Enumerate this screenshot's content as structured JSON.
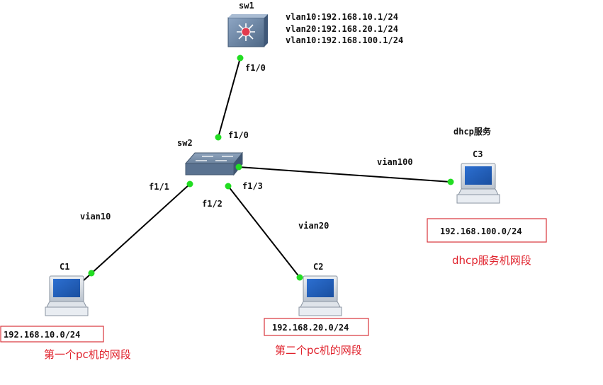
{
  "devices": {
    "sw1": {
      "label": "sw1"
    },
    "sw2": {
      "label": "sw2"
    },
    "c1": {
      "label": "C1"
    },
    "c2": {
      "label": "C2"
    },
    "c3": {
      "label": "C3",
      "note": "dhcp服务"
    }
  },
  "sw1_config": [
    "vlan10:192.168.10.1/24",
    "vlan20:192.168.20.1/24",
    "vlan10:192.168.100.1/24"
  ],
  "ports": {
    "sw1_f10": "f1/0",
    "sw2_f10": "f1/0",
    "sw2_f11": "f1/1",
    "sw2_f12": "f1/2",
    "sw2_f13": "f1/3"
  },
  "links": {
    "c1_vlan": "vian10",
    "c2_vlan": "vian20",
    "c3_vlan": "vian100"
  },
  "subnets": {
    "c1": {
      "network": "192.168.10.0/24",
      "caption": "第一个pc机的网段"
    },
    "c2": {
      "network": "192.168.20.0/24",
      "caption": "第二个pc机的网段"
    },
    "c3": {
      "network": "192.168.100.0/24",
      "caption": "dhcp服务机网段"
    }
  },
  "colors": {
    "port_dot": "#22dd22",
    "link": "#000000",
    "box_border": "#d9343b",
    "caption": "#e0212b",
    "switch_body": "#5f7895",
    "router_body": "#6b87a8"
  }
}
